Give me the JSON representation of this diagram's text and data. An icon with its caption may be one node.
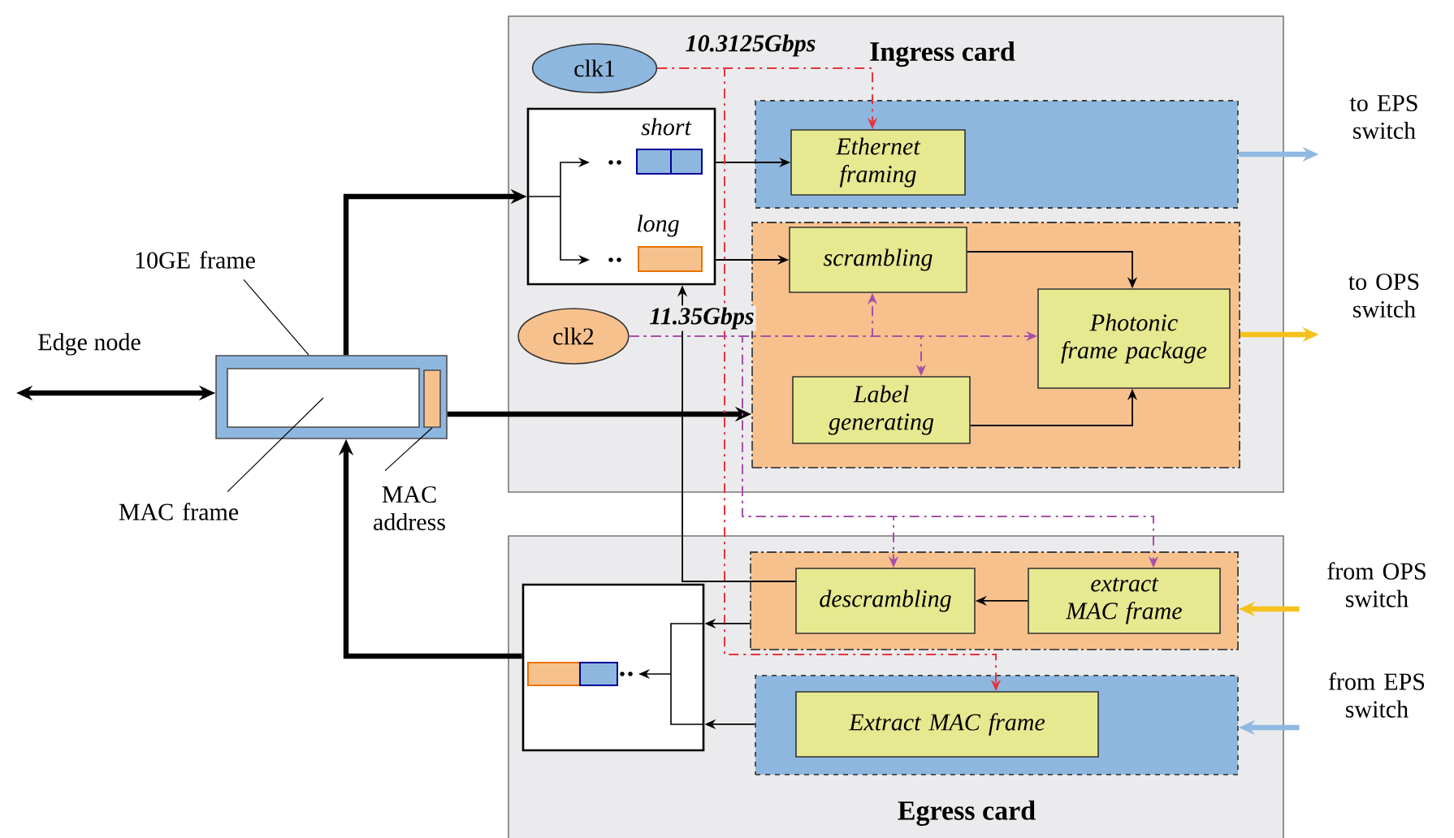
{
  "diagram": {
    "nodes": [
      {
        "text": [
          "Ingress card"
        ]
      },
      {
        "text": [
          "clk1"
        ],
        "in": 0
      },
      {
        "text": [
          "short",
          "long"
        ],
        "in": 0
      },
      {
        "text": [],
        "shape": "box",
        "in": 0
      },
      {
        "text": [
          "Ethernet framing"
        ],
        "in": 3
      },
      {
        "text": [],
        "shape": "box",
        "in": 0
      },
      {
        "text": [
          "scrambling"
        ],
        "in": 5
      },
      {
        "text": [
          "Photonic frame package"
        ],
        "in": 5
      },
      {
        "text": [
          "Label generating"
        ],
        "in": 5
      },
      {
        "text": [
          "clk2"
        ],
        "in": 0
      },
      {
        "text": [
          "10GE frame"
        ]
      },
      {
        "text": [],
        "shape": "box"
      },
      {
        "text": [],
        "shape": "box",
        "in": 11
      },
      {
        "text": [
          "MAC frame"
        ]
      },
      {
        "text": [],
        "shape": "box",
        "in": 11
      },
      {
        "text": [
          "MAC address"
        ]
      },
      {
        "text": [
          "Egress card"
        ]
      },
      {
        "text": [],
        "shape": "box",
        "in": 16
      },
      {
        "text": [
          "descrambling"
        ],
        "in": 17
      },
      {
        "text": [
          "extract MAC frame"
        ],
        "in": 17
      },
      {
        "text": [],
        "shape": "box",
        "in": 16
      },
      {
        "text": [
          "Extract MAC frame"
        ],
        "in": 20
      },
      {
        "text": [],
        "shape": "box",
        "in": 16
      },
      {
        "text": [
          "to EPS switch"
        ]
      },
      {
        "text": [
          "to OPS switch"
        ]
      },
      {
        "text": [
          "from OPS switch"
        ]
      },
      {
        "text": [
          "from EPS switch"
        ]
      }
    ],
    "edges": [
      {
        "from": null,
        "to": 11,
        "arrow": "both",
        "style": "thick"
      },
      {
        "from": 11,
        "to": 2,
        "arrow": "to",
        "style": "thick"
      },
      {
        "from": 11,
        "to": 5,
        "arrow": "to",
        "style": "thick"
      },
      {
        "from": 22,
        "to": 11,
        "arrow": "to",
        "style": "thick"
      },
      {
        "from": 2,
        "to": 4,
        "arrow": "to"
      },
      {
        "from": 2,
        "to": 6,
        "arrow": "to"
      },
      {
        "from": 6,
        "to": 7,
        "arrow": "to"
      },
      {
        "from": 8,
        "to": 7,
        "arrow": "to"
      },
      {
        "from": 1,
        "to": 4,
        "arrow": "to",
        "style": "dashed",
        "color": "#e8323c"
      },
      {
        "from": 1,
        "to": 21,
        "arrow": "to",
        "style": "dashed",
        "color": "#e8323c"
      },
      {
        "from": 9,
        "to": 7,
        "arrow": "to",
        "style": "dashed",
        "color": "#a650a8"
      },
      {
        "from": 9,
        "to": 6,
        "arrow": "to",
        "style": "dashed",
        "color": "#a650a8"
      },
      {
        "from": 9,
        "to": 8,
        "arrow": "to",
        "style": "dashed",
        "color": "#a650a8"
      },
      {
        "from": 9,
        "to": 18,
        "arrow": "to",
        "style": "dashed",
        "color": "#a650a8"
      },
      {
        "from": 9,
        "to": 19,
        "arrow": "to",
        "style": "dashed",
        "color": "#a650a8"
      },
      {
        "from": 19,
        "to": 18,
        "arrow": "to"
      },
      {
        "from": 18,
        "to": 2,
        "arrow": "to"
      },
      {
        "from": 17,
        "to": 22,
        "arrow": "to"
      },
      {
        "from": 20,
        "to": 22,
        "arrow": "to"
      },
      {
        "from": 3,
        "to": 23,
        "arrow": "to",
        "style": "thick",
        "color": "#8fb9e1"
      },
      {
        "from": 5,
        "to": 24,
        "arrow": "to",
        "style": "thick",
        "color": "#f5c21b"
      },
      {
        "from": 25,
        "to": 17,
        "arrow": "to",
        "style": "thick",
        "color": "#f5c21b"
      },
      {
        "from": 26,
        "to": 20,
        "arrow": "to",
        "style": "thick",
        "color": "#8fb9e1"
      },
      {
        "from": 10,
        "to": 11,
        "arrow": "none"
      },
      {
        "from": 13,
        "to": 12,
        "arrow": "none"
      },
      {
        "from": 15,
        "to": 14,
        "arrow": "none"
      }
    ],
    "labels": [
      "Edge node",
      "10.3125Gbps",
      "11.35Gbps"
    ]
  }
}
